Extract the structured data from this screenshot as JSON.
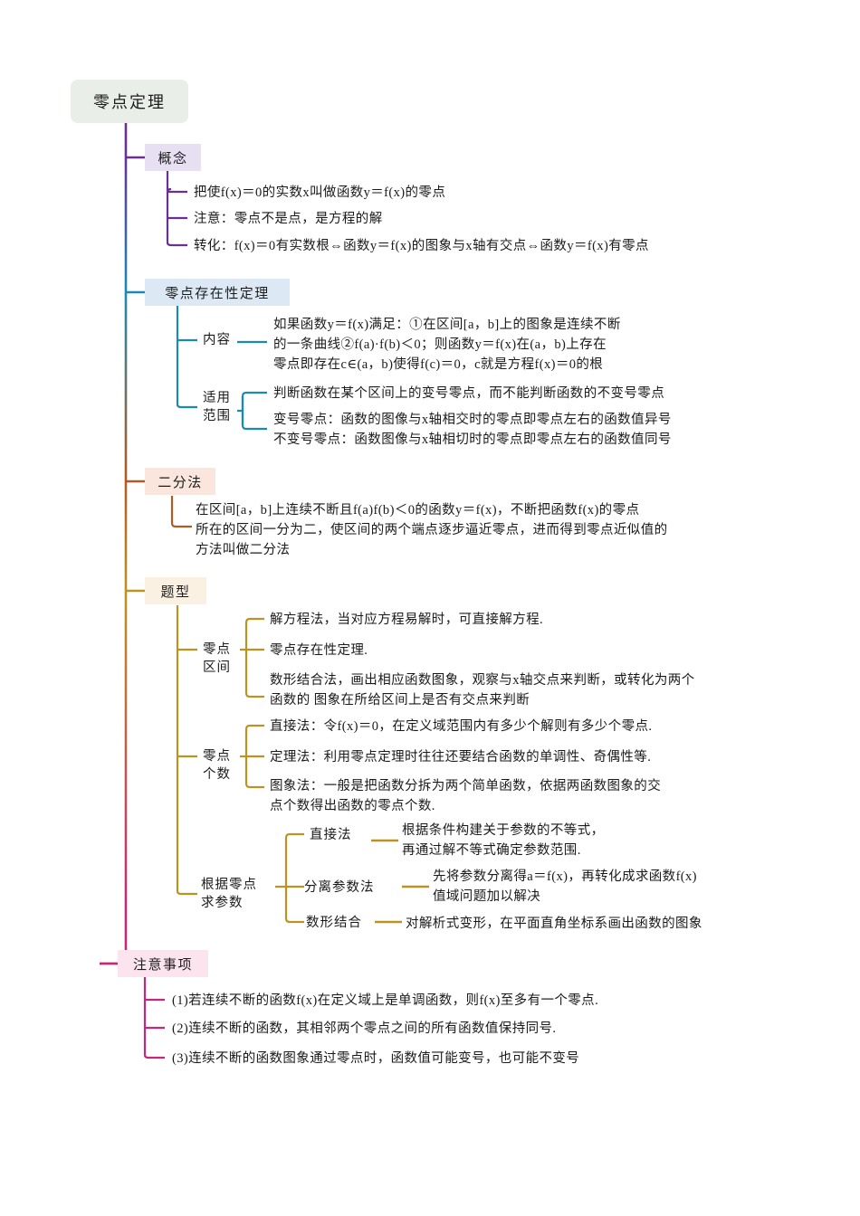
{
  "title": "零点定理",
  "root": {
    "label": "零点定理",
    "color": "#e9eee8"
  },
  "branches": [
    {
      "key": "gainian",
      "label": "概念",
      "badge_color": "#e6e0f2",
      "line_color": "#6b2f8f",
      "items": [
        "把使f(x)＝0的实数x叫做函数y＝f(x)的零点",
        "注意：零点不是点，是方程的解",
        "转化：f(x)＝0有实数根⇔函数y＝f(x)的图象与x轴有交点⇔函数y＝f(x)有零点"
      ]
    },
    {
      "key": "cunzaixing",
      "label": "零点存在性定理",
      "badge_color": "#dce9f5",
      "line_color": "#1a8bb0",
      "subs": [
        {
          "label": "内容",
          "items": [
            "如果函数y＝f(x)满足：①在区间[a，b]上的图象是连续不断\n的一条曲线②f(a)·f(b)＜0；则函数y＝f(x)在(a，b)上存在\n零点即存在c∈(a，b)使得f(c)＝0，c就是方程f(x)＝0的根"
          ]
        },
        {
          "label": "适用\n范围",
          "items": [
            "判断函数在某个区间上的变号零点，而不能判断函数的不变号零点",
            "变号零点：函数的图像与x轴相交时的零点即零点左右的函数值异号\n不变号零点：函数图像与x轴相切时的零点即零点左右的函数值同号"
          ]
        }
      ]
    },
    {
      "key": "erfenfa",
      "label": "二分法",
      "badge_color": "#fbe6dd",
      "line_color": "#b05a25",
      "items": [
        "在区间[a，b]上连续不断且f(a)f(b)＜0的函数y＝f(x)，不断把函数f(x)的零点\n所在的区间一分为二，使区间的两个端点逐步逼近零点，进而得到零点近似值的\n方法叫做二分法"
      ]
    },
    {
      "key": "tixing",
      "label": "题型",
      "badge_color": "#faf1e2",
      "line_color": "#bd9320",
      "subs": [
        {
          "label": "零点\n区间",
          "items": [
            "解方程法，当对应方程易解时，可直接解方程.",
            "零点存在性定理.",
            "数形结合法，画出相应函数图象，观察与x轴交点来判断，或转化为两个\n函数的 图象在所给区间上是否有交点来判断"
          ]
        },
        {
          "label": "零点\n个数",
          "items": [
            "直接法：令f(x)＝0，在定义域范围内有多少个解则有多少个零点.",
            "定理法：利用零点定理时往往还要结合函数的单调性、奇偶性等.",
            "图象法：一般是把函数分拆为两个简单函数，依据两函数图象的交\n点个数得出函数的零点个数."
          ]
        },
        {
          "label": "根据零点\n求参数",
          "children": [
            {
              "label": "直接法",
              "text": "根据条件构建关于参数的不等式，\n再通过解不等式确定参数范围."
            },
            {
              "label": "分离参数法",
              "text": "先将参数分离得a＝f(x)，再转化成求函数f(x)\n值域问题加以解决"
            },
            {
              "label": "数形结合",
              "text": "对解析式变形，在平面直角坐标系画出函数的图象"
            }
          ]
        }
      ]
    },
    {
      "key": "zhuyi",
      "label": "注意事项",
      "badge_color": "#fbe4ed",
      "line_color": "#c02a7a",
      "items": [
        "(1)若连续不断的函数f(x)在定义域上是单调函数，则f(x)至多有一个零点.",
        "(2)连续不断的函数，其相邻两个零点之间的所有函数值保持同号.",
        "(3)连续不断的函数图象通过零点时，函数值可能变号，也可能不变号"
      ]
    }
  ]
}
